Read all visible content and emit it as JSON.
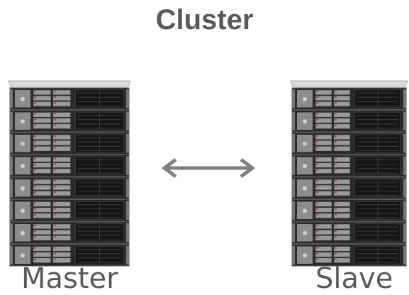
{
  "title": "Cluster",
  "nodes": [
    {
      "id": "master",
      "label": "Master"
    },
    {
      "id": "slave",
      "label": "Slave"
    }
  ],
  "rack": {
    "unit_count": 8
  },
  "connector": {
    "type": "bidirectional-arrow",
    "icon": "double-arrow-icon"
  },
  "colors": {
    "text": "#595959",
    "arrow": "#7f7f7f",
    "rack_dark": "#2b2b2b",
    "rack_panel": "#1a1a1a"
  }
}
